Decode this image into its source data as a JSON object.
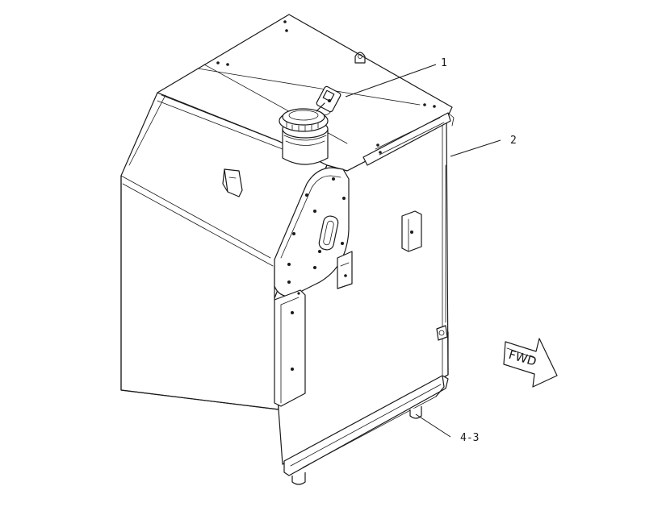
{
  "callouts": [
    {
      "id": "c1",
      "label": "1"
    },
    {
      "id": "c2",
      "label": "2"
    },
    {
      "id": "c3",
      "label": "4-3"
    }
  ],
  "direction_arrow": {
    "label": "FWD"
  }
}
